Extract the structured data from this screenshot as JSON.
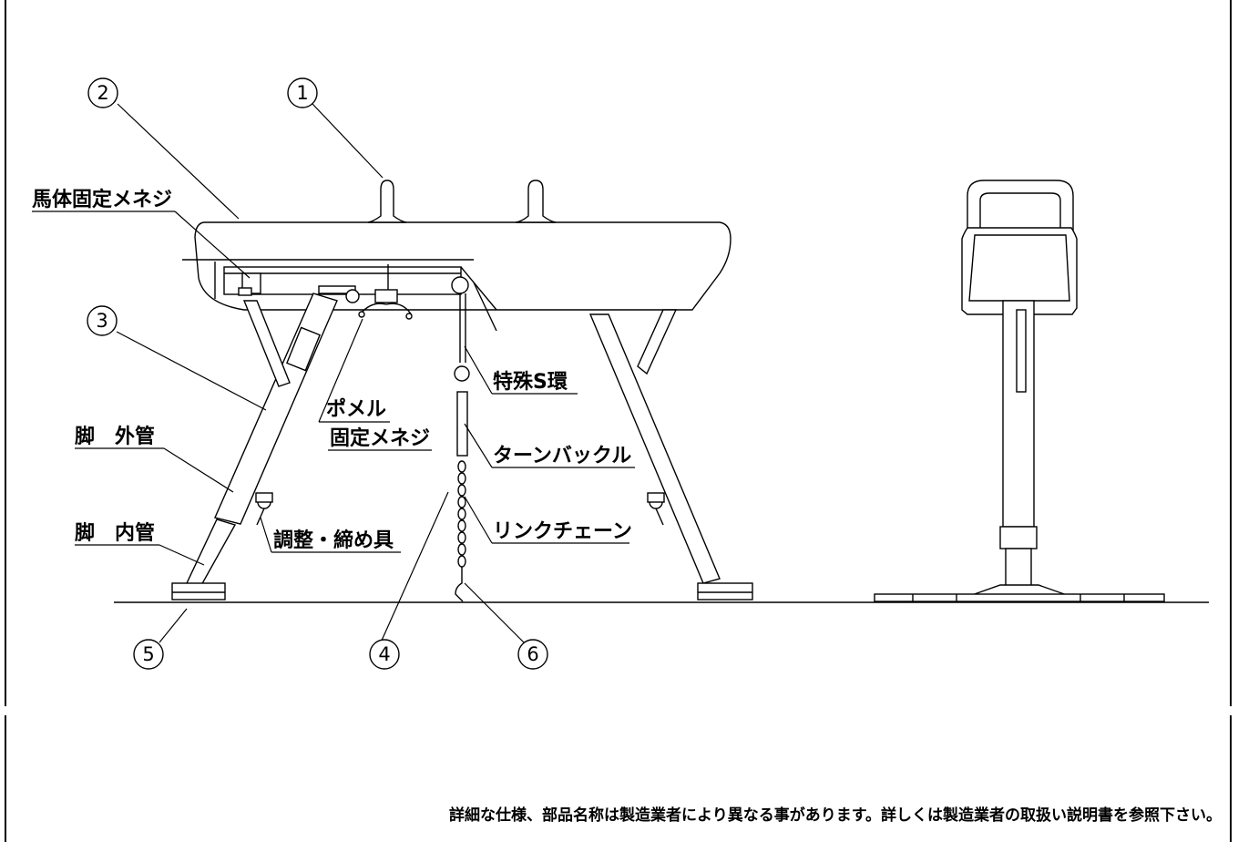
{
  "callouts": {
    "c1": "1",
    "c2": "2",
    "c3": "3",
    "c4": "4",
    "c5": "5",
    "c6": "6"
  },
  "labels": {
    "body_fix_screw": "馬体固定メネジ",
    "special_s_ring": "特殊S環",
    "pommel_fix_1": "ポメル",
    "pommel_fix_2": "固定メネジ",
    "turnbuckle": "ターンバックル",
    "leg_outer": "脚　外管",
    "adjust_clamp": "調整・締め具",
    "link_chain": "リンクチェーン",
    "leg_inner": "脚　内管"
  },
  "footnote": "詳細な仕様、部品名称は製造業者により異なる事があります。詳しくは製造業者の取扱い説明書を参照下さい。"
}
